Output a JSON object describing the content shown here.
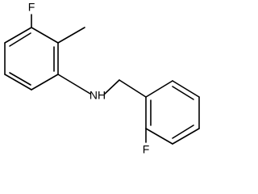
{
  "molecule": {
    "atoms": {
      "fluorine_top": "F",
      "amine": "NH",
      "fluorine_bottom": "F"
    },
    "colors": {
      "bond": "#000000",
      "label": "#000000",
      "background": "#ffffff"
    }
  }
}
